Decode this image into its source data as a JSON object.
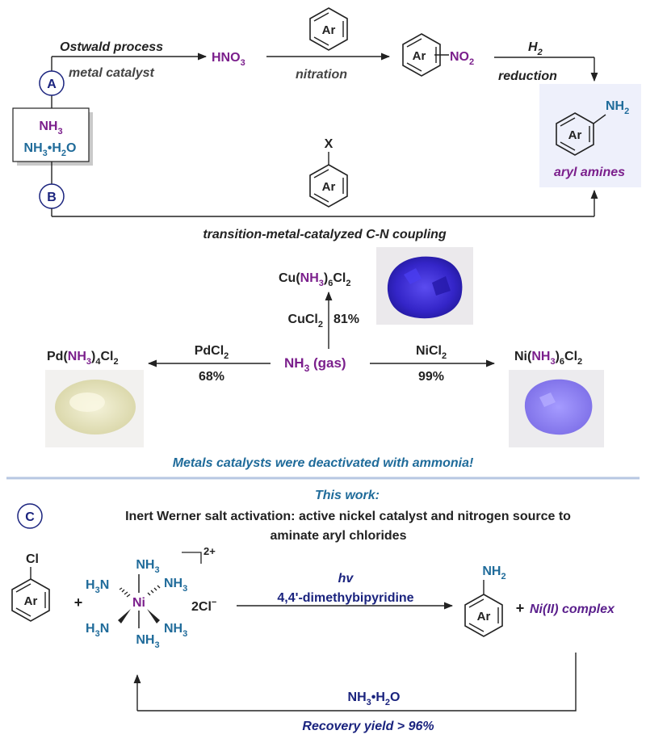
{
  "route_a": {
    "label": "A",
    "step1_top": "Ostwald process",
    "step1_bottom": "metal catalyst",
    "hno3": [
      "HNO",
      "3"
    ],
    "arene_label": "Ar",
    "step2_bottom": "nitration",
    "nitroarene": [
      "Ar",
      "NO",
      "2"
    ],
    "step3_top": [
      "H",
      "2"
    ],
    "step3_bottom": "reduction"
  },
  "ammonia_box": {
    "line1": [
      "NH",
      "3"
    ],
    "line2": [
      "NH",
      "3",
      "•H",
      "2",
      "O"
    ]
  },
  "product_box": {
    "amine_group": [
      "NH",
      "2"
    ],
    "ring_label": "Ar",
    "title": "aryl amines"
  },
  "route_b": {
    "label": "B",
    "substituent": "X",
    "ring_label": "Ar",
    "caption": "transition-metal-catalyzed C-N coupling"
  },
  "deactivation": {
    "center": [
      "NH",
      "3",
      " (gas)"
    ],
    "cu_product": [
      "Cu(",
      "NH",
      "3",
      ")",
      "6",
      "Cl",
      "2"
    ],
    "cu_reagent": "CuCl",
    "cu_reagent_sub": "2",
    "cu_yield": "81%",
    "pd_product": [
      "Pd(",
      "NH",
      "3",
      ")",
      "4",
      "Cl",
      "2"
    ],
    "pd_reagent": "PdCl",
    "pd_reagent_sub": "2",
    "pd_yield": "68%",
    "ni_product": [
      "Ni(",
      "NH",
      "3",
      ")",
      "6",
      "Cl",
      "2"
    ],
    "ni_reagent": "NiCl",
    "ni_reagent_sub": "2",
    "ni_yield": "99%",
    "caption": "Metals catalysts were deactivated with ammonia!"
  },
  "this_work": {
    "heading": "This work:",
    "label": "C",
    "description_line1": "Inert Werner salt activation: active nickel catalyst and nitrogen source to",
    "description_line2": "aminate aryl chlorides",
    "reactant_substituent": "Cl",
    "reactant_ring": "Ar",
    "plus": "+",
    "complex": {
      "metal": "Ni",
      "ligand": [
        "NH",
        "3"
      ],
      "ligand_left": [
        "H",
        "3",
        "N"
      ],
      "charge": "2+",
      "counterion": [
        "2Cl",
        "−"
      ]
    },
    "condition_top": "hv",
    "condition_bottom": "4,4'-dimethybipyridine",
    "product_group": [
      "NH",
      "2"
    ],
    "product_ring": "Ar",
    "byproduct": "Ni(II) complex",
    "recycle_reagent": [
      "NH",
      "3",
      "•H",
      "2",
      "O"
    ],
    "recycle_caption": "Recovery yield > 96%"
  },
  "colors": {
    "purple": "#7b1f8c",
    "teal": "#1f6b9a",
    "navy": "#1a237e",
    "gray_text": "#444444",
    "divider": "#b7c7e2",
    "product_box_bg": "#eef0fb",
    "cu_salt": "#3b2fd0",
    "ni_salt": "#8a7ef0",
    "pd_salt": "#e8e6c4"
  }
}
